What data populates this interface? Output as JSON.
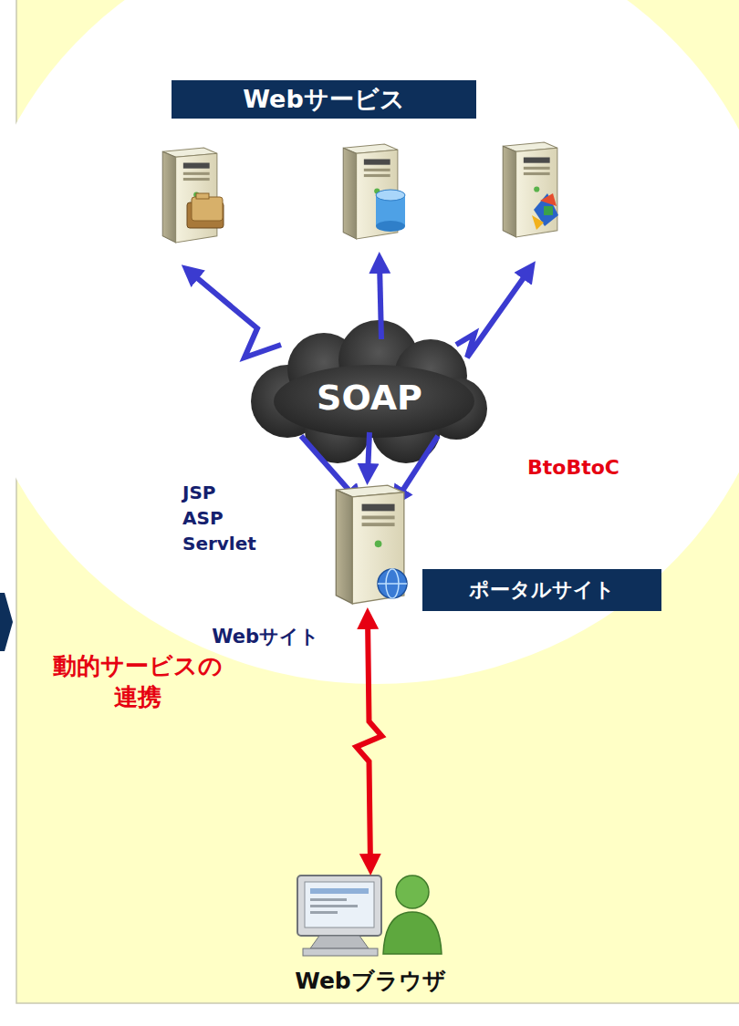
{
  "diagram": {
    "nodes": [
      {
        "text": [
          "Webサービス"
        ]
      },
      {
        "text": [
          "SOAP"
        ]
      },
      {
        "text": [
          "ポータルサイト"
        ]
      },
      {
        "text": [
          "Webサイト"
        ]
      },
      {
        "text": [
          "Webブラウザ"
        ]
      }
    ],
    "edges": [
      {
        "from": 1,
        "to": 3,
        "arrow": "to"
      },
      {
        "from": 3,
        "to": 4,
        "arrow": "both",
        "label": "動的サービスの 連携"
      }
    ],
    "labels": [
      "BtoBtoC",
      "JSP",
      "ASP",
      "Servlet"
    ]
  }
}
